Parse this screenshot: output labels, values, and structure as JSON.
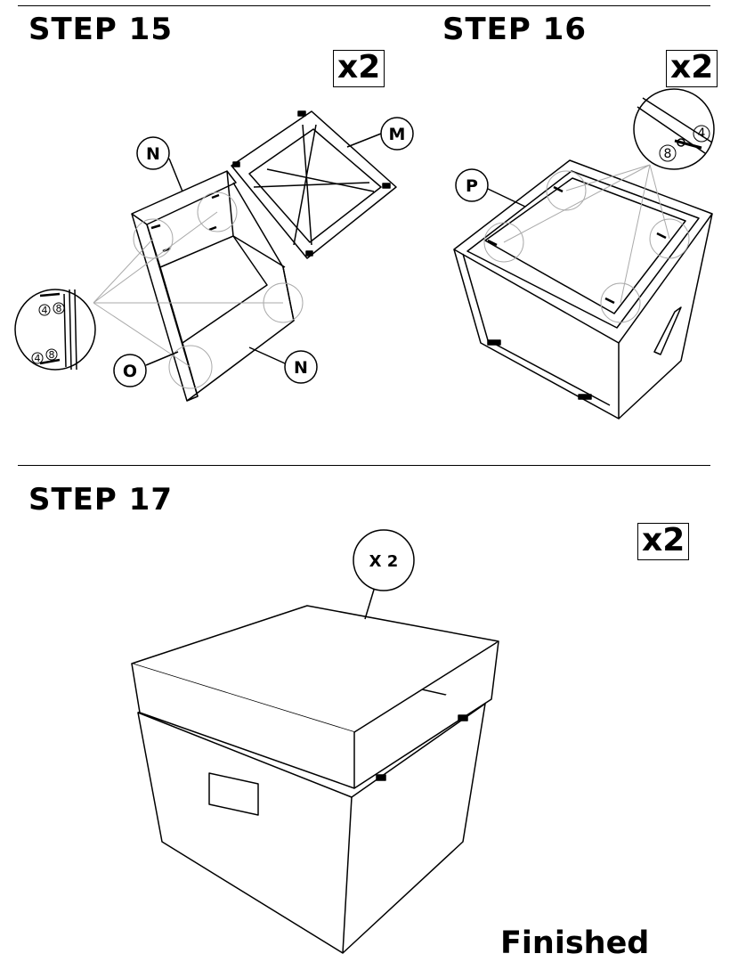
{
  "steps": [
    {
      "title": "STEP 15",
      "quantity": "x2",
      "parts": [
        "N",
        "M",
        "O",
        "N"
      ],
      "hardware": [
        "4",
        "8",
        "4",
        "8"
      ]
    },
    {
      "title": "STEP 16",
      "quantity": "x2",
      "parts": [
        "P"
      ],
      "hardware": [
        "4",
        "8"
      ]
    },
    {
      "title": "STEP 17",
      "quantity": "x2",
      "lid_callout": "X 2",
      "caption": "Finished"
    }
  ]
}
